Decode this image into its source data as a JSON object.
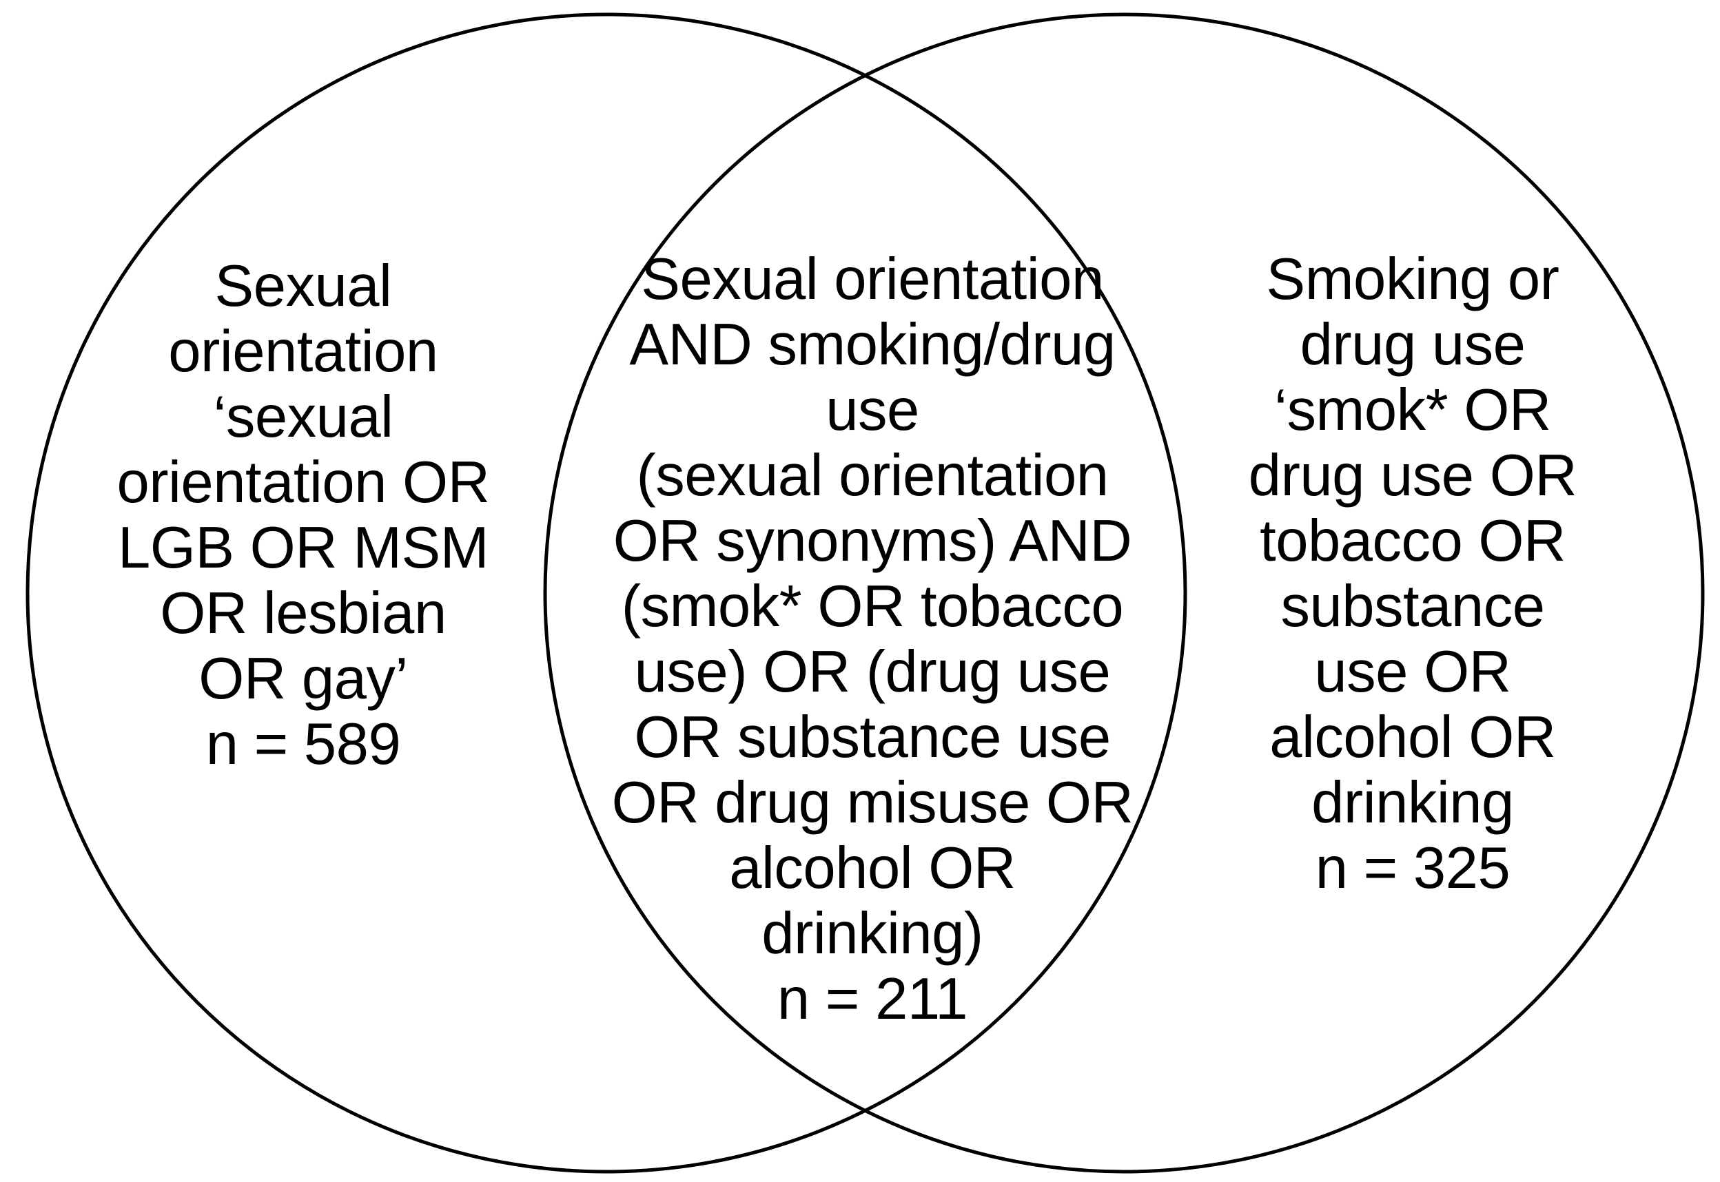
{
  "chart_data": {
    "type": "diagram",
    "diagram_type": "venn",
    "title": "",
    "sets": [
      {
        "id": "left",
        "name": "Sexual orientation",
        "n": 589,
        "query": "'sexual orientation OR LGB OR MSM OR lesbian OR gay'",
        "label_lines": [
          "Sexual",
          "orientation",
          "‘sexual",
          "orientation OR",
          "LGB OR MSM",
          "OR lesbian",
          "OR gay’",
          "n = 589"
        ]
      },
      {
        "id": "right",
        "name": "Smoking or drug use",
        "n": 325,
        "query": "'smok* OR drug use OR tobacco OR substance use OR alcohol OR drinking",
        "label_lines": [
          "Smoking or",
          "drug use",
          "‘smok* OR",
          "drug use OR",
          "tobacco OR",
          "substance",
          "use OR",
          "alcohol OR",
          "drinking",
          "n = 325"
        ]
      }
    ],
    "intersection": {
      "id": "center",
      "name": "Sexual orientation AND smoking/drug use",
      "n": 211,
      "query": "(sexual orientation OR synonyms) AND (smok* OR tobacco use) OR (drug use OR substance use OR drug misuse OR alcohol OR drinking)",
      "label_lines": [
        "Sexual orientation",
        "AND smoking/drug",
        "use",
        "(sexual orientation",
        "OR synonyms) AND",
        "(smok* OR tobacco",
        "use) OR (drug use",
        "OR substance use",
        "OR drug misuse OR",
        "alcohol OR",
        "drinking)",
        "n = 211"
      ]
    }
  },
  "diagram": {
    "stroke_color": "#000000",
    "fill_color": "#ffffff",
    "text_color": "#000000",
    "left_circle": {
      "label": "Sexual\norientation\n‘sexual\norientation OR\nLGB OR MSM\nOR lesbian\nOR gay’\nn = 589",
      "count_label": "n = 589",
      "count_value": "589"
    },
    "center_overlap": {
      "label": "Sexual orientation\nAND smoking/drug\nuse\n(sexual orientation\nOR synonyms) AND\n(smok* OR tobacco\nuse) OR (drug use\nOR substance use\nOR drug misuse OR\nalcohol OR\ndrinking)\nn = 211",
      "count_label": "n = 211",
      "count_value": "211"
    },
    "right_circle": {
      "label": "Smoking or\ndrug use\n‘smok* OR\ndrug use OR\ntobacco OR\nsubstance\nuse OR\nalcohol OR\ndrinking\nn = 325",
      "count_label": "n = 325",
      "count_value": "325"
    }
  }
}
